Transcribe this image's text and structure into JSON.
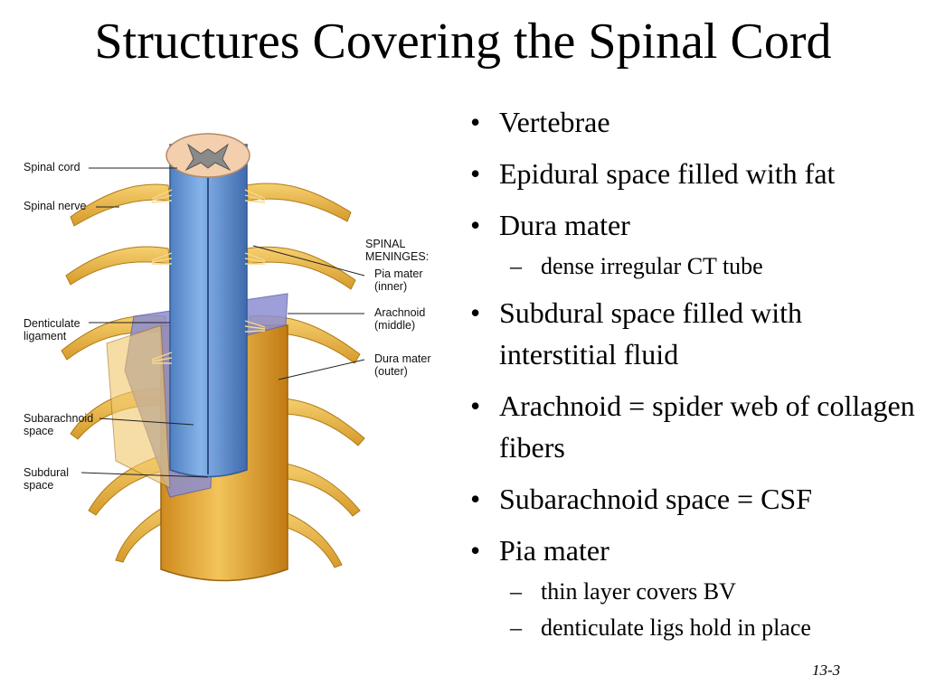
{
  "slide": {
    "title": "Structures Covering the Spinal Cord",
    "slide_number": "13-3"
  },
  "figure": {
    "labels": {
      "spinal_cord": "Spinal cord",
      "spinal_nerve": "Spinal nerve",
      "spinal_meninges": "SPINAL\nMENINGES:",
      "pia_mater": "Pia mater\n(inner)",
      "arachnoid": "Arachnoid\n(middle)",
      "dura_mater": "Dura mater\n(outer)",
      "denticulate_ligament": "Denticulate\nligament",
      "subarachnoid_space": "Subarachnoid\nspace",
      "subdural_space": "Subdural\nspace"
    },
    "colors": {
      "spinal_cord": "#6f9fd8",
      "nerves": "#e8b43a",
      "dura": "#e4a734",
      "arachnoid": "#8c8fd2",
      "gray_matter": "#8a8a8a"
    }
  },
  "bullets": [
    {
      "level": 1,
      "text": "Vertebrae"
    },
    {
      "level": 1,
      "text": "Epidural space filled with fat"
    },
    {
      "level": 1,
      "text": "Dura mater"
    },
    {
      "level": 2,
      "text": "dense irregular CT tube"
    },
    {
      "level": 1,
      "text": "Subdural space filled with interstitial fluid"
    },
    {
      "level": 1,
      "text": "Arachnoid = spider web of collagen fibers"
    },
    {
      "level": 1,
      "text": "Subarachnoid space = CSF"
    },
    {
      "level": 1,
      "text": "Pia mater"
    },
    {
      "level": 2,
      "text": "thin layer covers BV"
    },
    {
      "level": 2,
      "text": "denticulate ligs hold in place"
    }
  ]
}
